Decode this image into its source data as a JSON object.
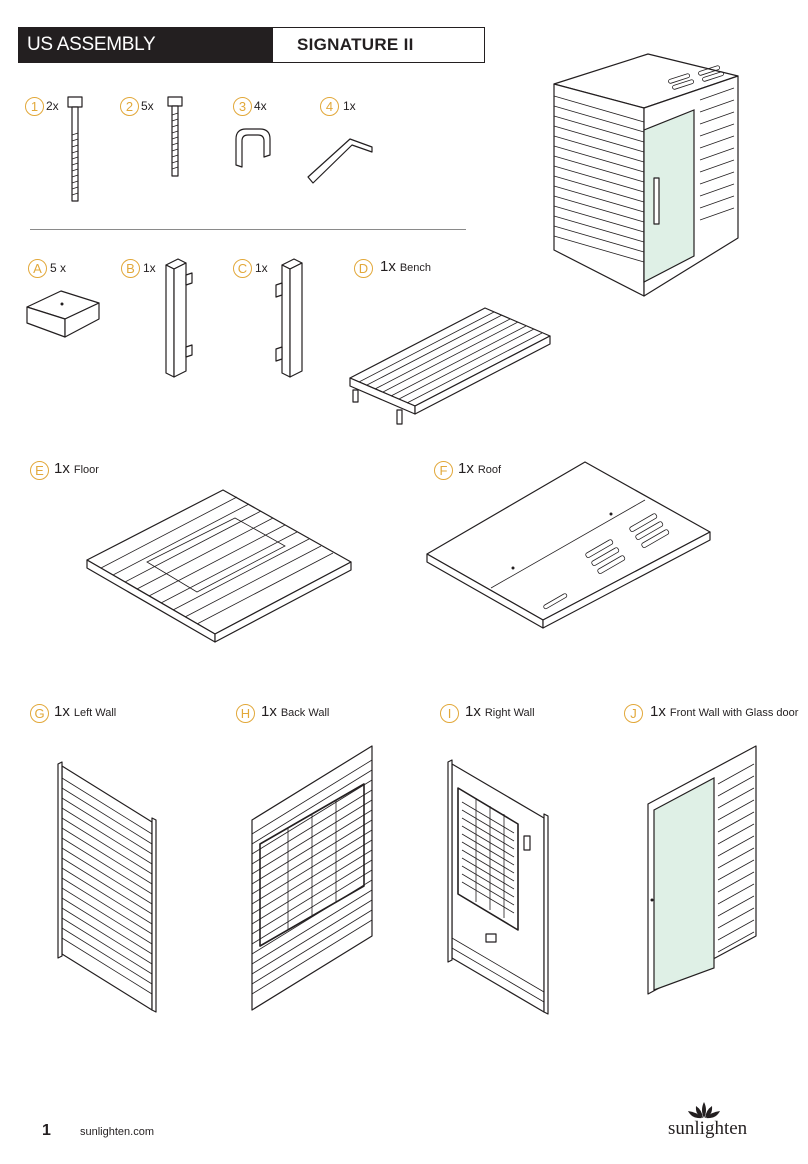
{
  "header": {
    "title": "US ASSEMBLY INSTRUCTIONS",
    "model": "SIGNATURE II"
  },
  "hardware": [
    {
      "id": "1",
      "qty": "2x"
    },
    {
      "id": "2",
      "qty": "5x"
    },
    {
      "id": "3",
      "qty": "4x"
    },
    {
      "id": "4",
      "qty": "1x"
    }
  ],
  "parts": [
    {
      "id": "A",
      "qty": "5 x",
      "desc": ""
    },
    {
      "id": "B",
      "qty": "1x",
      "desc": ""
    },
    {
      "id": "C",
      "qty": "1x",
      "desc": ""
    },
    {
      "id": "D",
      "qty": "1x",
      "desc": "Bench"
    },
    {
      "id": "E",
      "qty": "1x",
      "desc": "Floor"
    },
    {
      "id": "F",
      "qty": "1x",
      "desc": "Roof"
    },
    {
      "id": "G",
      "qty": "1x",
      "desc": "Left Wall"
    },
    {
      "id": "H",
      "qty": "1x",
      "desc": "Back Wall"
    },
    {
      "id": "I",
      "qty": "1x",
      "desc": "Right Wall"
    },
    {
      "id": "J",
      "qty": "1x",
      "desc": "Front Wall with Glass door"
    }
  ],
  "footer": {
    "page": "1",
    "url": "sunlighten.com",
    "brand": "sunlighten"
  },
  "colors": {
    "accent": "#e2a83a",
    "ink": "#231f20",
    "glass": "#dff0e6"
  },
  "icons": [
    "lotus-logo-icon"
  ]
}
